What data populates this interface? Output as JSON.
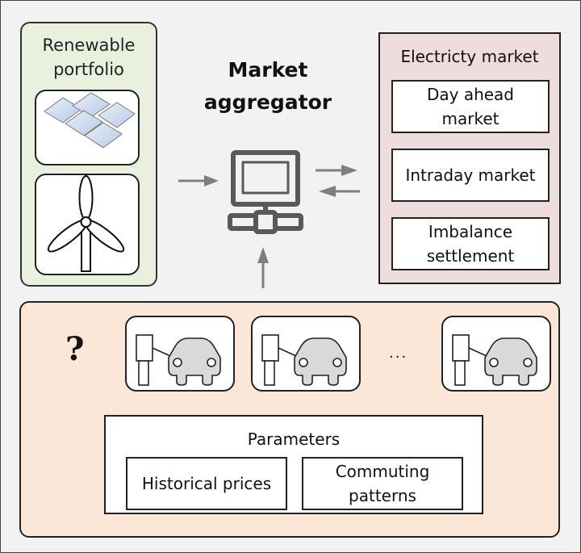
{
  "renewable_portfolio": {
    "title_line1": "Renewable",
    "title_line2": "portfolio",
    "icons": [
      "solar-panels-icon",
      "wind-turbine-icon"
    ]
  },
  "aggregator": {
    "title_line1": "Market",
    "title_line2": "aggregator",
    "icon": "networked-computer-icon"
  },
  "electricity_market": {
    "title": "Electricty market",
    "items": [
      {
        "line1": "Day ahead",
        "line2": "market"
      },
      {
        "line1": "Intraday market",
        "line2": ""
      },
      {
        "line1": "Imbalance",
        "line2": "settlement"
      }
    ]
  },
  "ev_fleet": {
    "unknown_symbol": "?",
    "ellipsis": "...",
    "charger_icons": [
      "ev-charger-icon",
      "ev-charger-icon",
      "ev-charger-icon"
    ]
  },
  "parameters": {
    "title": "Parameters",
    "items": [
      {
        "line1": "Historical prices",
        "line2": ""
      },
      {
        "line1": "Commuting",
        "line2": "patterns"
      }
    ]
  },
  "colors": {
    "background": "#f2f2f2",
    "renewable_fill": "#e9f0dd",
    "market_fill": "#efdcdc",
    "fleet_fill": "#fbe7d8",
    "arrow": "#7f7f7f",
    "computer": "#595959",
    "car_fill": "#d9d9d9"
  }
}
